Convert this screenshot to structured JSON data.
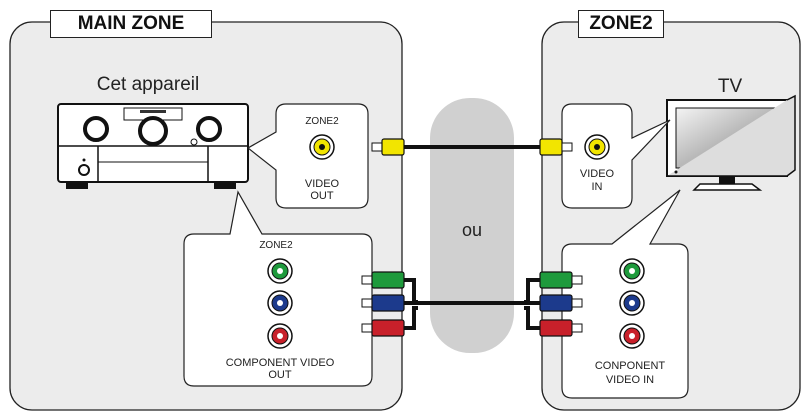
{
  "zones": {
    "main": {
      "title": "MAIN ZONE",
      "device_label": "Cet appareil"
    },
    "zone2": {
      "title": "ZONE2",
      "device_label": "TV"
    }
  },
  "main_video_panel": {
    "header": "ZONE2",
    "jack_label_line1": "VIDEO",
    "jack_label_line2": "OUT"
  },
  "main_component_panel": {
    "header": "ZONE2",
    "label_line1": "COMPONENT VIDEO",
    "label_line2": "OUT"
  },
  "tv_video_panel": {
    "label_line1": "VIDEO",
    "label_line2": "IN"
  },
  "tv_component_panel": {
    "label_line1": "CONPONENT",
    "label_line2": "VIDEO IN"
  },
  "middle": {
    "label": "ou"
  },
  "colors": {
    "zone_bg": "#ececec",
    "middle_bg": "#d0d0d0",
    "video_yellow": "#f2e500",
    "green": "#1e9a3c",
    "blue": "#1c3a8c",
    "red": "#c8202a",
    "cable": "#111111"
  }
}
